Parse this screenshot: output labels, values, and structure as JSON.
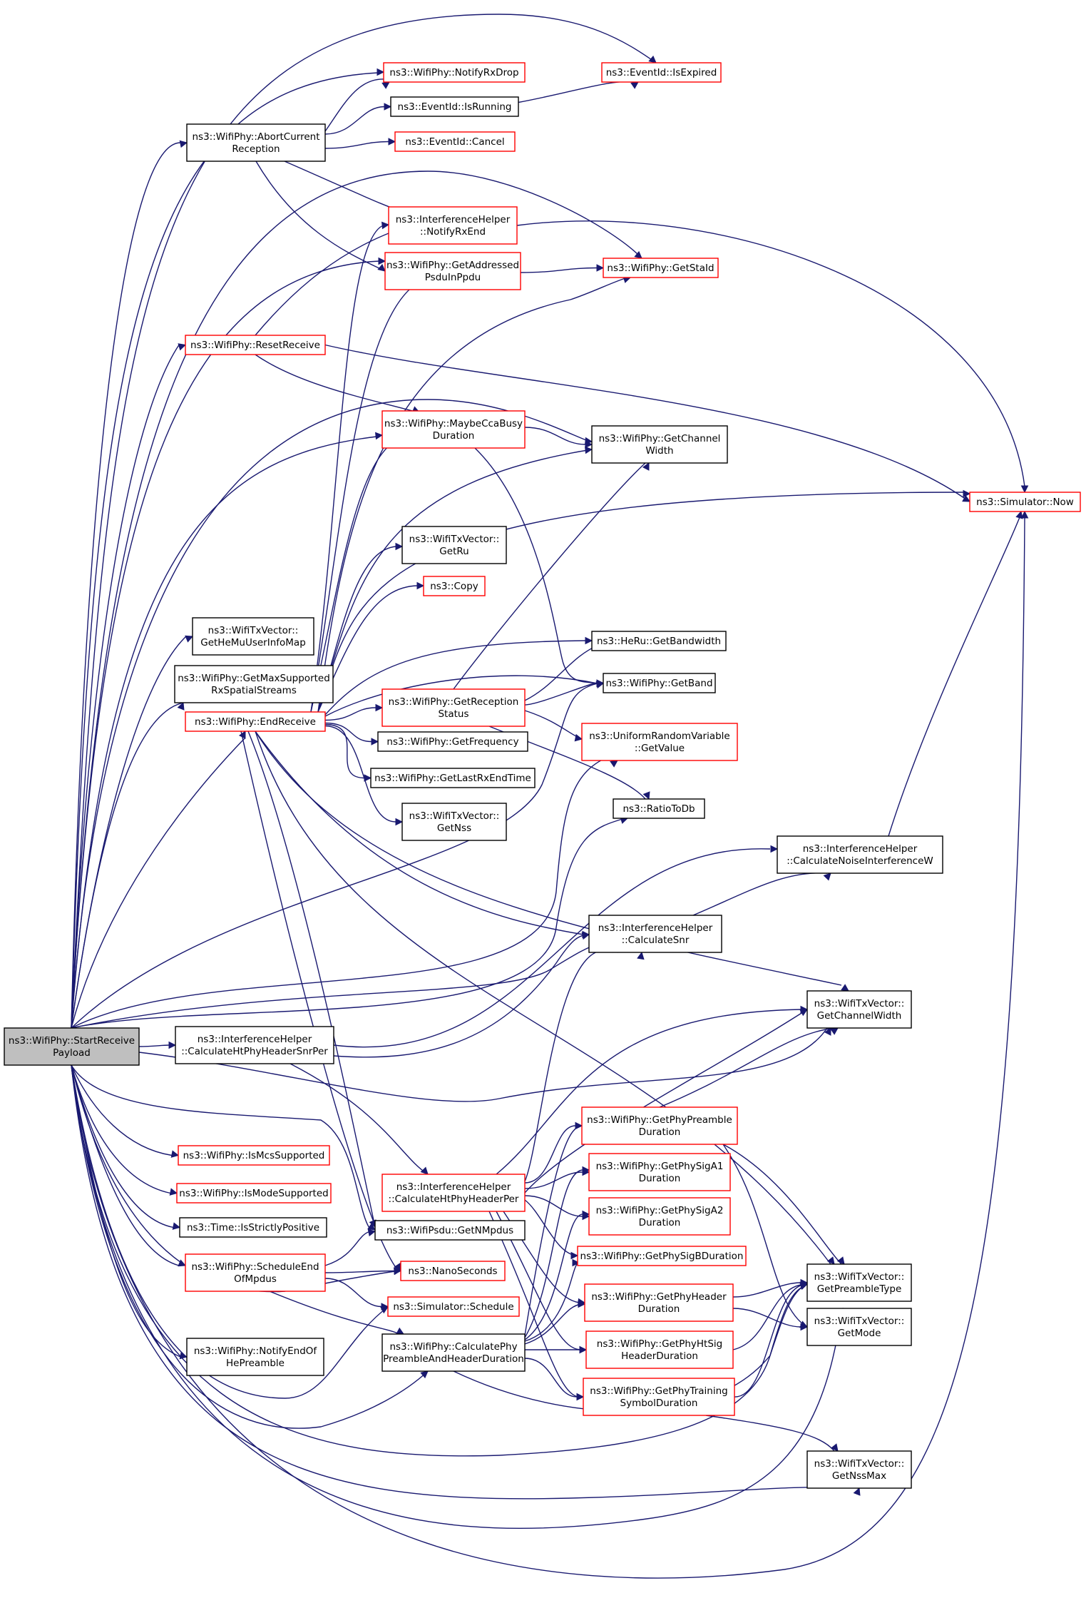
{
  "nodes": [
    {
      "id": "root",
      "lines": [
        "ns3::WifiPhy::StartReceive",
        "Payload"
      ],
      "style": "root"
    },
    {
      "id": "abort",
      "lines": [
        "ns3::WifiPhy::AbortCurrent",
        "Reception"
      ],
      "style": "black"
    },
    {
      "id": "notifyRxDrop",
      "lines": [
        "ns3::WifiPhy::NotifyRxDrop"
      ],
      "style": "red"
    },
    {
      "id": "isExpired",
      "lines": [
        "ns3::EventId::IsExpired"
      ],
      "style": "red"
    },
    {
      "id": "isRunning",
      "lines": [
        "ns3::EventId::IsRunning"
      ],
      "style": "black"
    },
    {
      "id": "cancel",
      "lines": [
        "ns3::EventId::Cancel"
      ],
      "style": "red"
    },
    {
      "id": "notifyRxEnd",
      "lines": [
        "ns3::InterferenceHelper",
        "::NotifyRxEnd"
      ],
      "style": "red"
    },
    {
      "id": "getAddressed",
      "lines": [
        "ns3::WifiPhy::GetAddressed",
        "PsduInPpdu"
      ],
      "style": "red"
    },
    {
      "id": "getStaId",
      "lines": [
        "ns3::WifiPhy::GetStaId"
      ],
      "style": "red"
    },
    {
      "id": "resetReceive",
      "lines": [
        "ns3::WifiPhy::ResetReceive"
      ],
      "style": "red"
    },
    {
      "id": "maybeCca",
      "lines": [
        "ns3::WifiPhy::MaybeCcaBusy",
        "Duration"
      ],
      "style": "red"
    },
    {
      "id": "getChannelWidth",
      "lines": [
        "ns3::WifiPhy::GetChannel",
        "Width"
      ],
      "style": "black"
    },
    {
      "id": "now",
      "lines": [
        "ns3::Simulator::Now"
      ],
      "style": "red"
    },
    {
      "id": "getRu",
      "lines": [
        "ns3::WifiTxVector::",
        "GetRu"
      ],
      "style": "black"
    },
    {
      "id": "copy",
      "lines": [
        "ns3::Copy"
      ],
      "style": "red"
    },
    {
      "id": "getHeMu",
      "lines": [
        "ns3::WifiTxVector::",
        "GetHeMuUserInfoMap"
      ],
      "style": "black"
    },
    {
      "id": "getMaxSup",
      "lines": [
        "ns3::WifiPhy::GetMaxSupported",
        "RxSpatialStreams"
      ],
      "style": "black"
    },
    {
      "id": "heRuBw",
      "lines": [
        "ns3::HeRu::GetBandwidth"
      ],
      "style": "black"
    },
    {
      "id": "getBand",
      "lines": [
        "ns3::WifiPhy::GetBand"
      ],
      "style": "black"
    },
    {
      "id": "getRecStatus",
      "lines": [
        "ns3::WifiPhy::GetReception",
        "Status"
      ],
      "style": "red"
    },
    {
      "id": "endReceive",
      "lines": [
        "ns3::WifiPhy::EndReceive"
      ],
      "style": "red"
    },
    {
      "id": "uniformGet",
      "lines": [
        "ns3::UniformRandomVariable",
        "::GetValue"
      ],
      "style": "red"
    },
    {
      "id": "getFreq",
      "lines": [
        "ns3::WifiPhy::GetFrequency"
      ],
      "style": "black"
    },
    {
      "id": "getLastRx",
      "lines": [
        "ns3::WifiPhy::GetLastRxEndTime"
      ],
      "style": "black"
    },
    {
      "id": "getNss",
      "lines": [
        "ns3::WifiTxVector::",
        "GetNss"
      ],
      "style": "black"
    },
    {
      "id": "ratioToDb",
      "lines": [
        "ns3::RatioToDb"
      ],
      "style": "black"
    },
    {
      "id": "calcNoise",
      "lines": [
        "ns3::InterferenceHelper",
        "::CalculateNoiseInterferenceW"
      ],
      "style": "black"
    },
    {
      "id": "calcSnr",
      "lines": [
        "ns3::InterferenceHelper",
        "::CalculateSnr"
      ],
      "style": "black"
    },
    {
      "id": "txChanWidth",
      "lines": [
        "ns3::WifiTxVector::",
        "GetChannelWidth"
      ],
      "style": "black"
    },
    {
      "id": "calcHtSnrPer",
      "lines": [
        "ns3::InterferenceHelper",
        "::CalculateHtPhyHeaderSnrPer"
      ],
      "style": "black"
    },
    {
      "id": "getPhyPreamble",
      "lines": [
        "ns3::WifiPhy::GetPhyPreamble",
        "Duration"
      ],
      "style": "red"
    },
    {
      "id": "isMcs",
      "lines": [
        "ns3::WifiPhy::IsMcsSupported"
      ],
      "style": "red"
    },
    {
      "id": "sigA1",
      "lines": [
        "ns3::WifiPhy::GetPhySigA1",
        "Duration"
      ],
      "style": "red"
    },
    {
      "id": "calcHtPer",
      "lines": [
        "ns3::InterferenceHelper",
        "::CalculateHtPhyHeaderPer"
      ],
      "style": "red"
    },
    {
      "id": "isMode",
      "lines": [
        "ns3::WifiPhy::IsModeSupported"
      ],
      "style": "red"
    },
    {
      "id": "sigA2",
      "lines": [
        "ns3::WifiPhy::GetPhySigA2",
        "Duration"
      ],
      "style": "red"
    },
    {
      "id": "strictPos",
      "lines": [
        "ns3::Time::IsStrictlyPositive"
      ],
      "style": "black"
    },
    {
      "id": "getNMpdus",
      "lines": [
        "ns3::WifiPsdu::GetNMpdus"
      ],
      "style": "black"
    },
    {
      "id": "sigB",
      "lines": [
        "ns3::WifiPhy::GetPhySigBDuration"
      ],
      "style": "red"
    },
    {
      "id": "schedEnd",
      "lines": [
        "ns3::WifiPhy::ScheduleEnd",
        "OfMpdus"
      ],
      "style": "red"
    },
    {
      "id": "nano",
      "lines": [
        "ns3::NanoSeconds"
      ],
      "style": "red"
    },
    {
      "id": "preambleType",
      "lines": [
        "ns3::WifiTxVector::",
        "GetPreambleType"
      ],
      "style": "black"
    },
    {
      "id": "phyHeader",
      "lines": [
        "ns3::WifiPhy::GetPhyHeader",
        "Duration"
      ],
      "style": "red"
    },
    {
      "id": "schedule",
      "lines": [
        "ns3::Simulator::Schedule"
      ],
      "style": "red"
    },
    {
      "id": "getMode",
      "lines": [
        "ns3::WifiTxVector::",
        "GetMode"
      ],
      "style": "black"
    },
    {
      "id": "calcPreHdr",
      "lines": [
        "ns3::WifiPhy::CalculatePhy",
        "PreambleAndHeaderDuration"
      ],
      "style": "black"
    },
    {
      "id": "htSig",
      "lines": [
        "ns3::WifiPhy::GetPhyHtSig",
        "HeaderDuration"
      ],
      "style": "red"
    },
    {
      "id": "notifyEndHe",
      "lines": [
        "ns3::WifiPhy::NotifyEndOf",
        "HePreamble"
      ],
      "style": "black"
    },
    {
      "id": "training",
      "lines": [
        "ns3::WifiPhy::GetPhyTraining",
        "SymbolDuration"
      ],
      "style": "red"
    },
    {
      "id": "nssMax",
      "lines": [
        "ns3::WifiTxVector::",
        "GetNssMax"
      ],
      "style": "black"
    }
  ]
}
